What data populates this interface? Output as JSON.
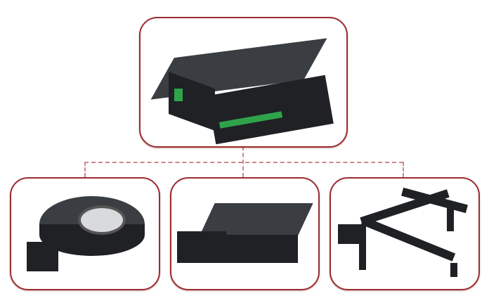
{
  "diagram": {
    "type": "hierarchy",
    "nodes": [
      {
        "id": "controller",
        "depicts": "motion-controller"
      },
      {
        "id": "rotary-stage",
        "depicts": "rotary-stage"
      },
      {
        "id": "linear-stage",
        "depicts": "linear-stage"
      },
      {
        "id": "gantry",
        "depicts": "gantry-system"
      }
    ],
    "edges": [
      [
        "controller",
        "rotary-stage"
      ],
      [
        "controller",
        "linear-stage"
      ],
      [
        "controller",
        "gantry"
      ]
    ]
  },
  "colors": {
    "border": "#9a2c30",
    "connector": "#c98a8c",
    "device": "#1f2124"
  }
}
